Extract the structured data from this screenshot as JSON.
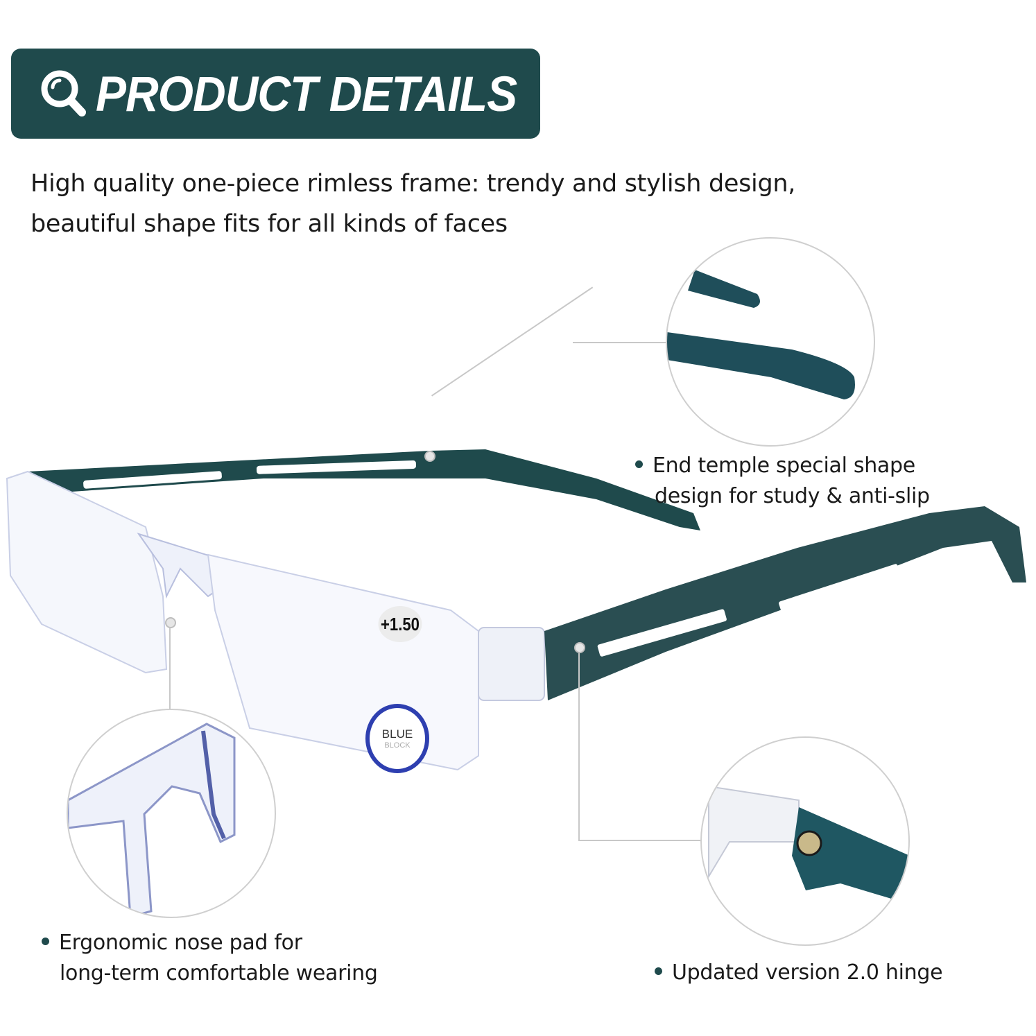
{
  "header": {
    "icon": "magnifier-icon",
    "title": "PRODUCT DETAILS",
    "color": "#1f4a4c"
  },
  "intro": {
    "line1": "High quality one-piece rimless frame: trendy and stylish design,",
    "line2": "beautiful shape fits for all kinds of faces"
  },
  "product": {
    "lens_power_label": "+1.50",
    "lens_badge_line1": "BLUE",
    "lens_badge_line2": "BLOCK",
    "temple_color": "#1f4a4c",
    "badge_ring_color": "#2e3fb0"
  },
  "features": [
    {
      "line1": "End temple special shape",
      "line2": "design for study & anti-slip",
      "detail": "temple-tip-closeup"
    },
    {
      "line1": "Ergonomic nose pad for",
      "line2": "long-term comfortable wearing",
      "detail": "nose-pad-closeup"
    },
    {
      "line1": "Updated version 2.0 hinge",
      "line2": "",
      "detail": "hinge-closeup"
    }
  ]
}
